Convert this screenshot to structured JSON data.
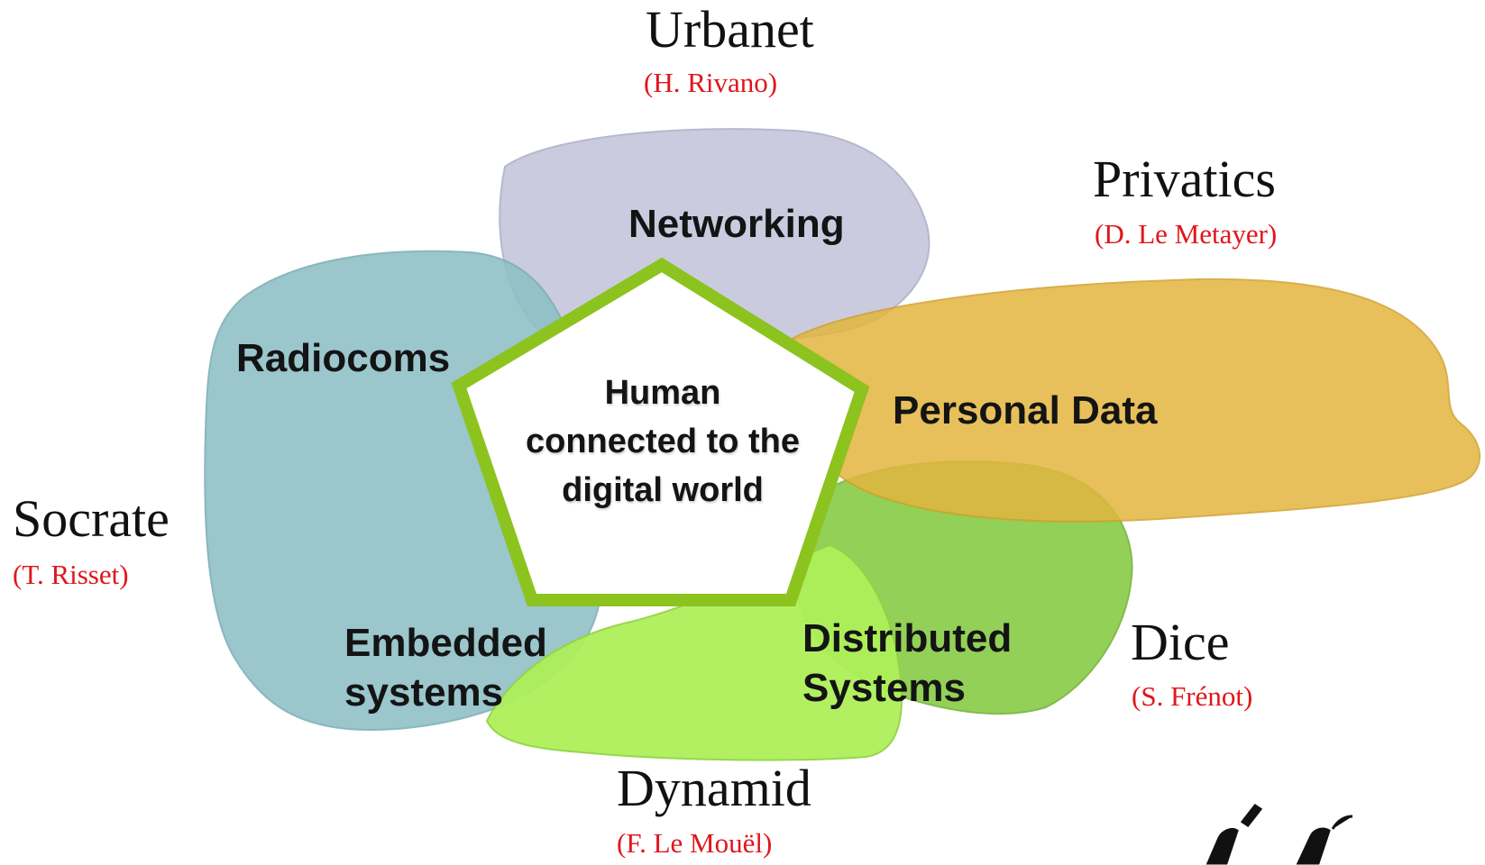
{
  "center": {
    "lines": [
      "Human",
      "connected to the",
      "digital world"
    ]
  },
  "topics": {
    "networking": "Networking",
    "radiocoms": "Radiocoms",
    "personal_data": "Personal Data",
    "embedded": [
      "Embedded",
      "systems"
    ],
    "distributed": [
      "Distributed",
      "Systems"
    ]
  },
  "teams": {
    "urbanet": {
      "name": "Urbanet",
      "lead": "(H. Rivano)"
    },
    "privatics": {
      "name": "Privatics",
      "lead": "(D. Le Metayer)"
    },
    "socrate": {
      "name": "Socrate",
      "lead": "(T. Risset)"
    },
    "dice": {
      "name": "Dice",
      "lead": "(S. Frénot)"
    },
    "dynamid": {
      "name": "Dynamid",
      "lead": "(F. Le Mouël)"
    }
  },
  "colors": {
    "networking_blob": "#c8c8dd",
    "radiocoms_blob": "#8dbfc4",
    "personal_data_blob": "#e3b63f",
    "distributed_blob": "#7fc83a",
    "embedded_blob": "#aef05a",
    "pentagon_border": "#8cc31e",
    "lead_text": "#e0161b"
  }
}
